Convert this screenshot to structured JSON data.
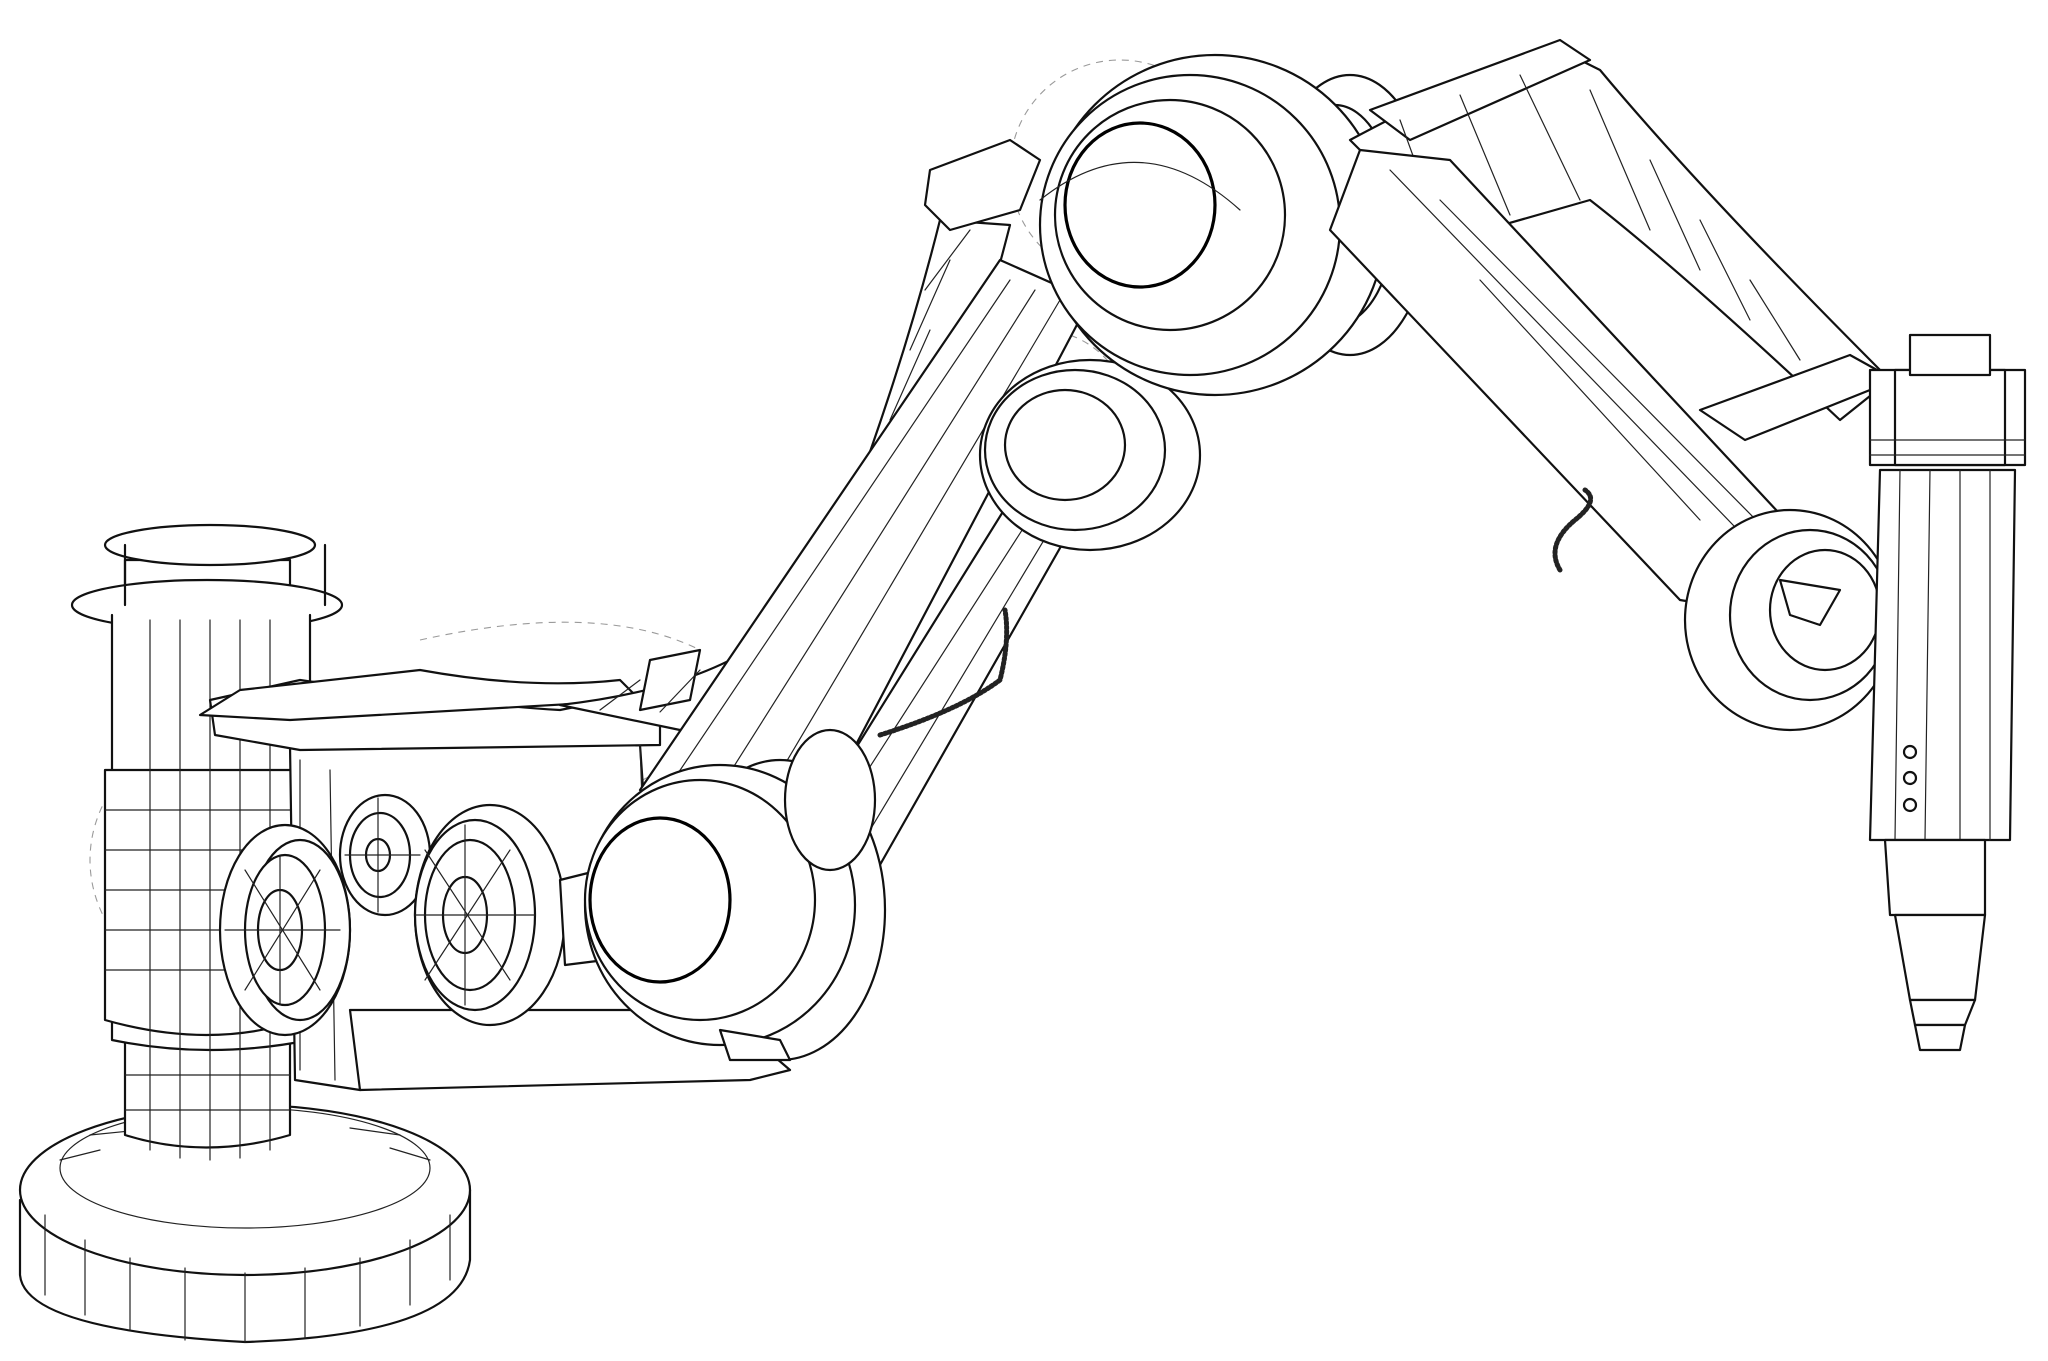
{
  "image": {
    "style": "wireframe line drawing",
    "stroke_color": "#111111",
    "hidden_line_color": "#9a9a9a",
    "background_color": "#ffffff"
  },
  "illustration": {
    "parts": [
      "base-pedestal",
      "column",
      "shoulder-housing",
      "upper-arm",
      "elbow-joint",
      "forearm",
      "wrist-joint",
      "end-effector-tool",
      "cable-hose"
    ],
    "tool_indicator_dots": 3
  }
}
